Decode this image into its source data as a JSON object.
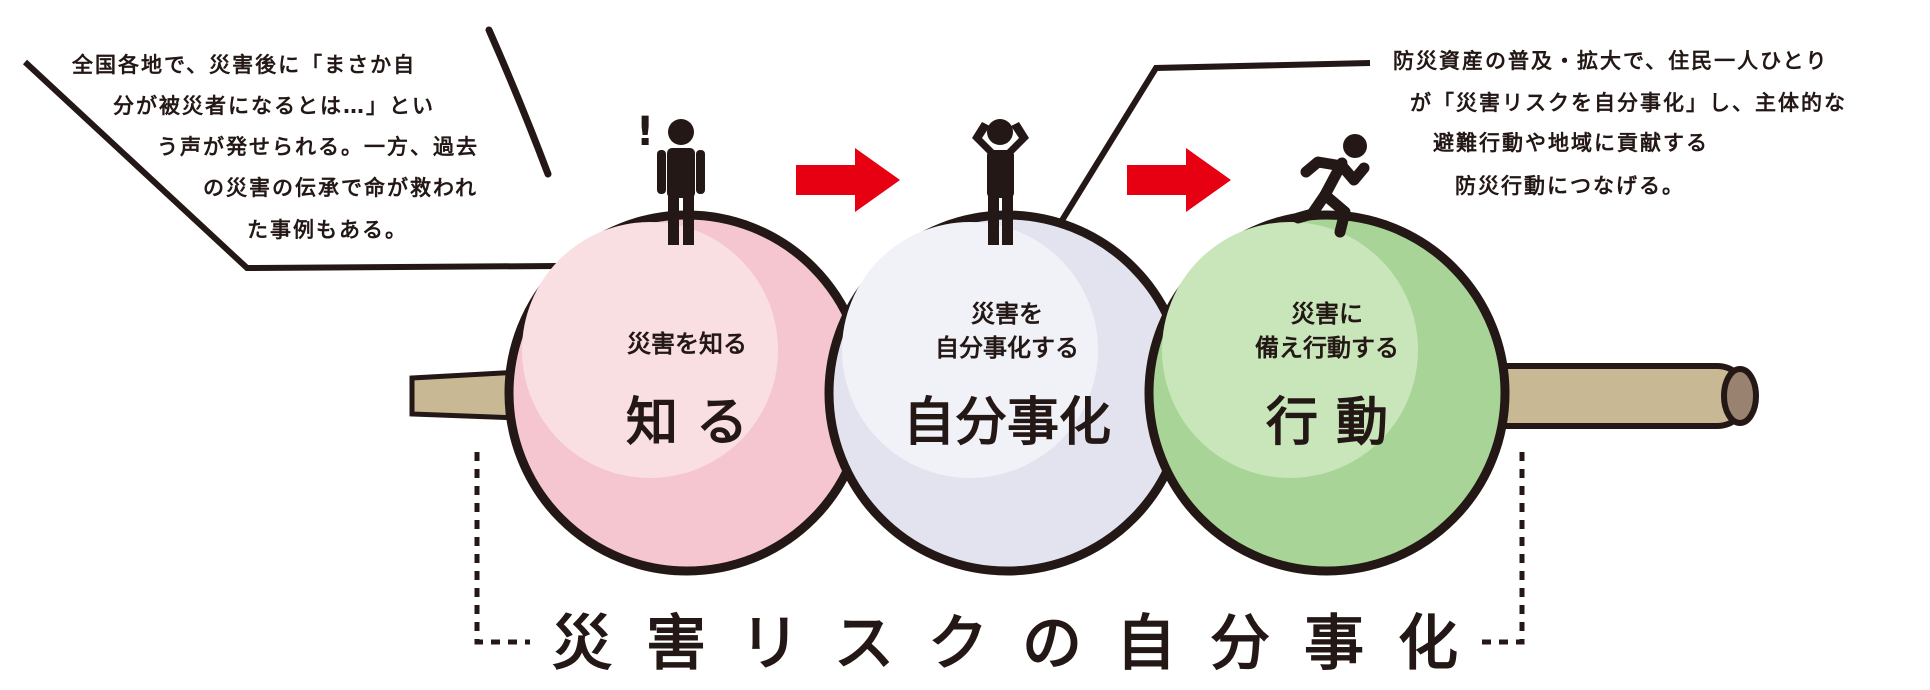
{
  "left_note": {
    "lines": [
      "全国各地で、災害後に「まさか自",
      "分が被災者になるとは…」とい",
      "う声が発せられる。一方、過去",
      "の災害の伝承で命が救われ",
      "た事例もある。"
    ]
  },
  "right_note": {
    "lines": [
      "防災資産の普及・拡大で、住民一人ひとり",
      "が「災害リスクを自分事化」し、主体的な",
      "避難行動や地域に貢献する",
      "防災行動につなげる。"
    ]
  },
  "stages": [
    {
      "sub": [
        "災害を知る"
      ],
      "main": "知 る",
      "color": "#f5c6cf",
      "light": "#f9dfe2"
    },
    {
      "sub": [
        "災害を",
        "自分事化する"
      ],
      "main": "自分事化",
      "color": "#e3e3f0",
      "light": "#f1f1f8"
    },
    {
      "sub": [
        "災害に",
        "備え行動する"
      ],
      "main": "行 動",
      "color": "#a8d497",
      "light": "#c9e6ba"
    }
  ],
  "exclamation": "!",
  "title": "災害リスクの自分事化",
  "colors": {
    "arrow": "#e60012",
    "stick": "#c8b994",
    "ink": "#231815"
  }
}
